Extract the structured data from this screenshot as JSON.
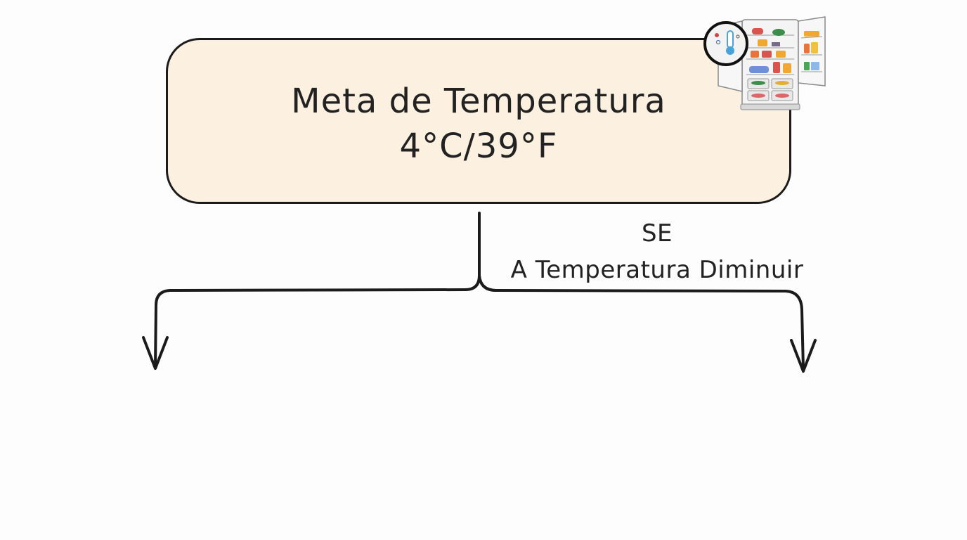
{
  "diagram": {
    "main_node": {
      "title": "Meta de Temperatura",
      "value": "4°C/39°F",
      "fill_color": "#fcf1e1",
      "border_color": "#1b1b1b"
    },
    "branch_right": {
      "condition_keyword": "SE",
      "condition_text": "A Temperatura Diminuir"
    },
    "branch_left": {
      "condition_text": ""
    },
    "illustration": {
      "icon": "fridge-with-thermometer-icon",
      "thermometer_color": "#4aa3d8"
    }
  }
}
